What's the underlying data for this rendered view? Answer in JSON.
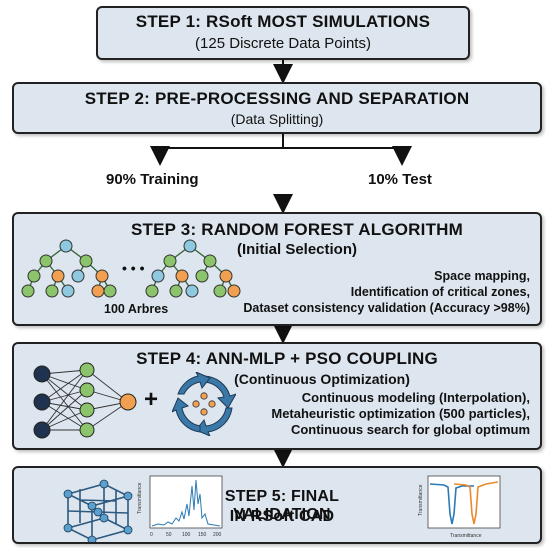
{
  "step1": {
    "title": "STEP 1: RSoft MOST SIMULATIONS",
    "subtitle": "(125 Discrete Data Points)"
  },
  "step2": {
    "title": "STEP 2: PRE-PROCESSING AND SEPARATION",
    "subtitle": "(Data Splitting)"
  },
  "split": {
    "training": "90% Training",
    "test": "10% Test"
  },
  "step3": {
    "title": "STEP 3: RANDOM FOREST ALGORITHM",
    "subtitle": "(Initial Selection)",
    "trees_label": "100 Arbres",
    "ellipsis": "• • •",
    "details": [
      "Space mapping,",
      "Identification of critical zones,",
      "Dataset consistency validation (Accuracy >98%)"
    ]
  },
  "step4": {
    "title": "STEP 4: ANN-MLP + PSO COUPLING",
    "subtitle": "(Continuous Optimization)",
    "plus": "+",
    "details": [
      "Continuous modeling (Interpolation),",
      "Metaheuristic optimization (500 particles),",
      "Continuous search for global optimum"
    ]
  },
  "step5": {
    "title_line1": "STEP 5: FINAL VALIDATION",
    "title_line2": "IN RSoft CAD",
    "plot1": {
      "ylabel": "Transmittance",
      "ticks": [
        "0",
        "50",
        "100",
        "150",
        "200"
      ]
    },
    "plot2": {
      "ylabel": "Transmittance",
      "xlabel": "Transmittance"
    }
  },
  "colors": {
    "box_fill": "#dde6ef",
    "node_blue": "#8ec9e0",
    "node_green": "#8bc46a",
    "node_orange": "#f0a050",
    "arrow_blue": "#3a78a8"
  }
}
